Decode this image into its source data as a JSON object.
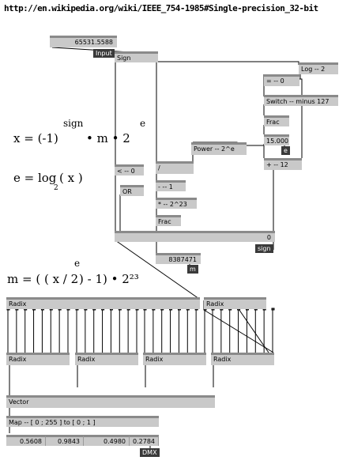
{
  "url": "http://en.wikipedia.org/wiki/IEEE_754-1985#Single-precision_32-bit",
  "input": {
    "value": "65531.5588",
    "tag": "Input"
  },
  "nodes": {
    "sign": "Sign",
    "log2": "Log -- 2",
    "eq0": "=  --  0",
    "switch": "Switch -- minus 127",
    "frac1": "Frac",
    "val15": "15.000",
    "e_tag": "e",
    "power": "Power -- 2^e",
    "plus12": "+  --  12",
    "lt0": "< -- 0",
    "or": "OR",
    "div": "/",
    "minus1": "-  --  1",
    "mul223": "*  --  2^23",
    "frac2": "Frac",
    "signbar": "0",
    "sign_tag": "sign",
    "mant": "8387471",
    "m_tag": "m",
    "radix_l": "Radix",
    "radix_r": "Radix",
    "radix_a": "Radix",
    "radix_b": "Radix",
    "radix_c": "Radix",
    "radix_d": "Radix",
    "vector": "Vector",
    "map": "Map -- [ 0 ; 255 ] to [ 0 ; 1 ]",
    "dmx_tag": "DMX"
  },
  "outputs": [
    "0.5608",
    "0.9843",
    "0.4980",
    "0.2784"
  ],
  "formulas": {
    "x_lhs": "x = (-1)",
    "x_sign": "sign",
    "x_mid": "•  m  •  2",
    "x_e": "e",
    "e_lhs": "e = log",
    "e_sub": "2",
    "e_arg": "( x )",
    "m_lhs": "m = ( ( x / 2",
    "m_e": "e",
    "m_rhs": ") - 1) • 2²³"
  }
}
